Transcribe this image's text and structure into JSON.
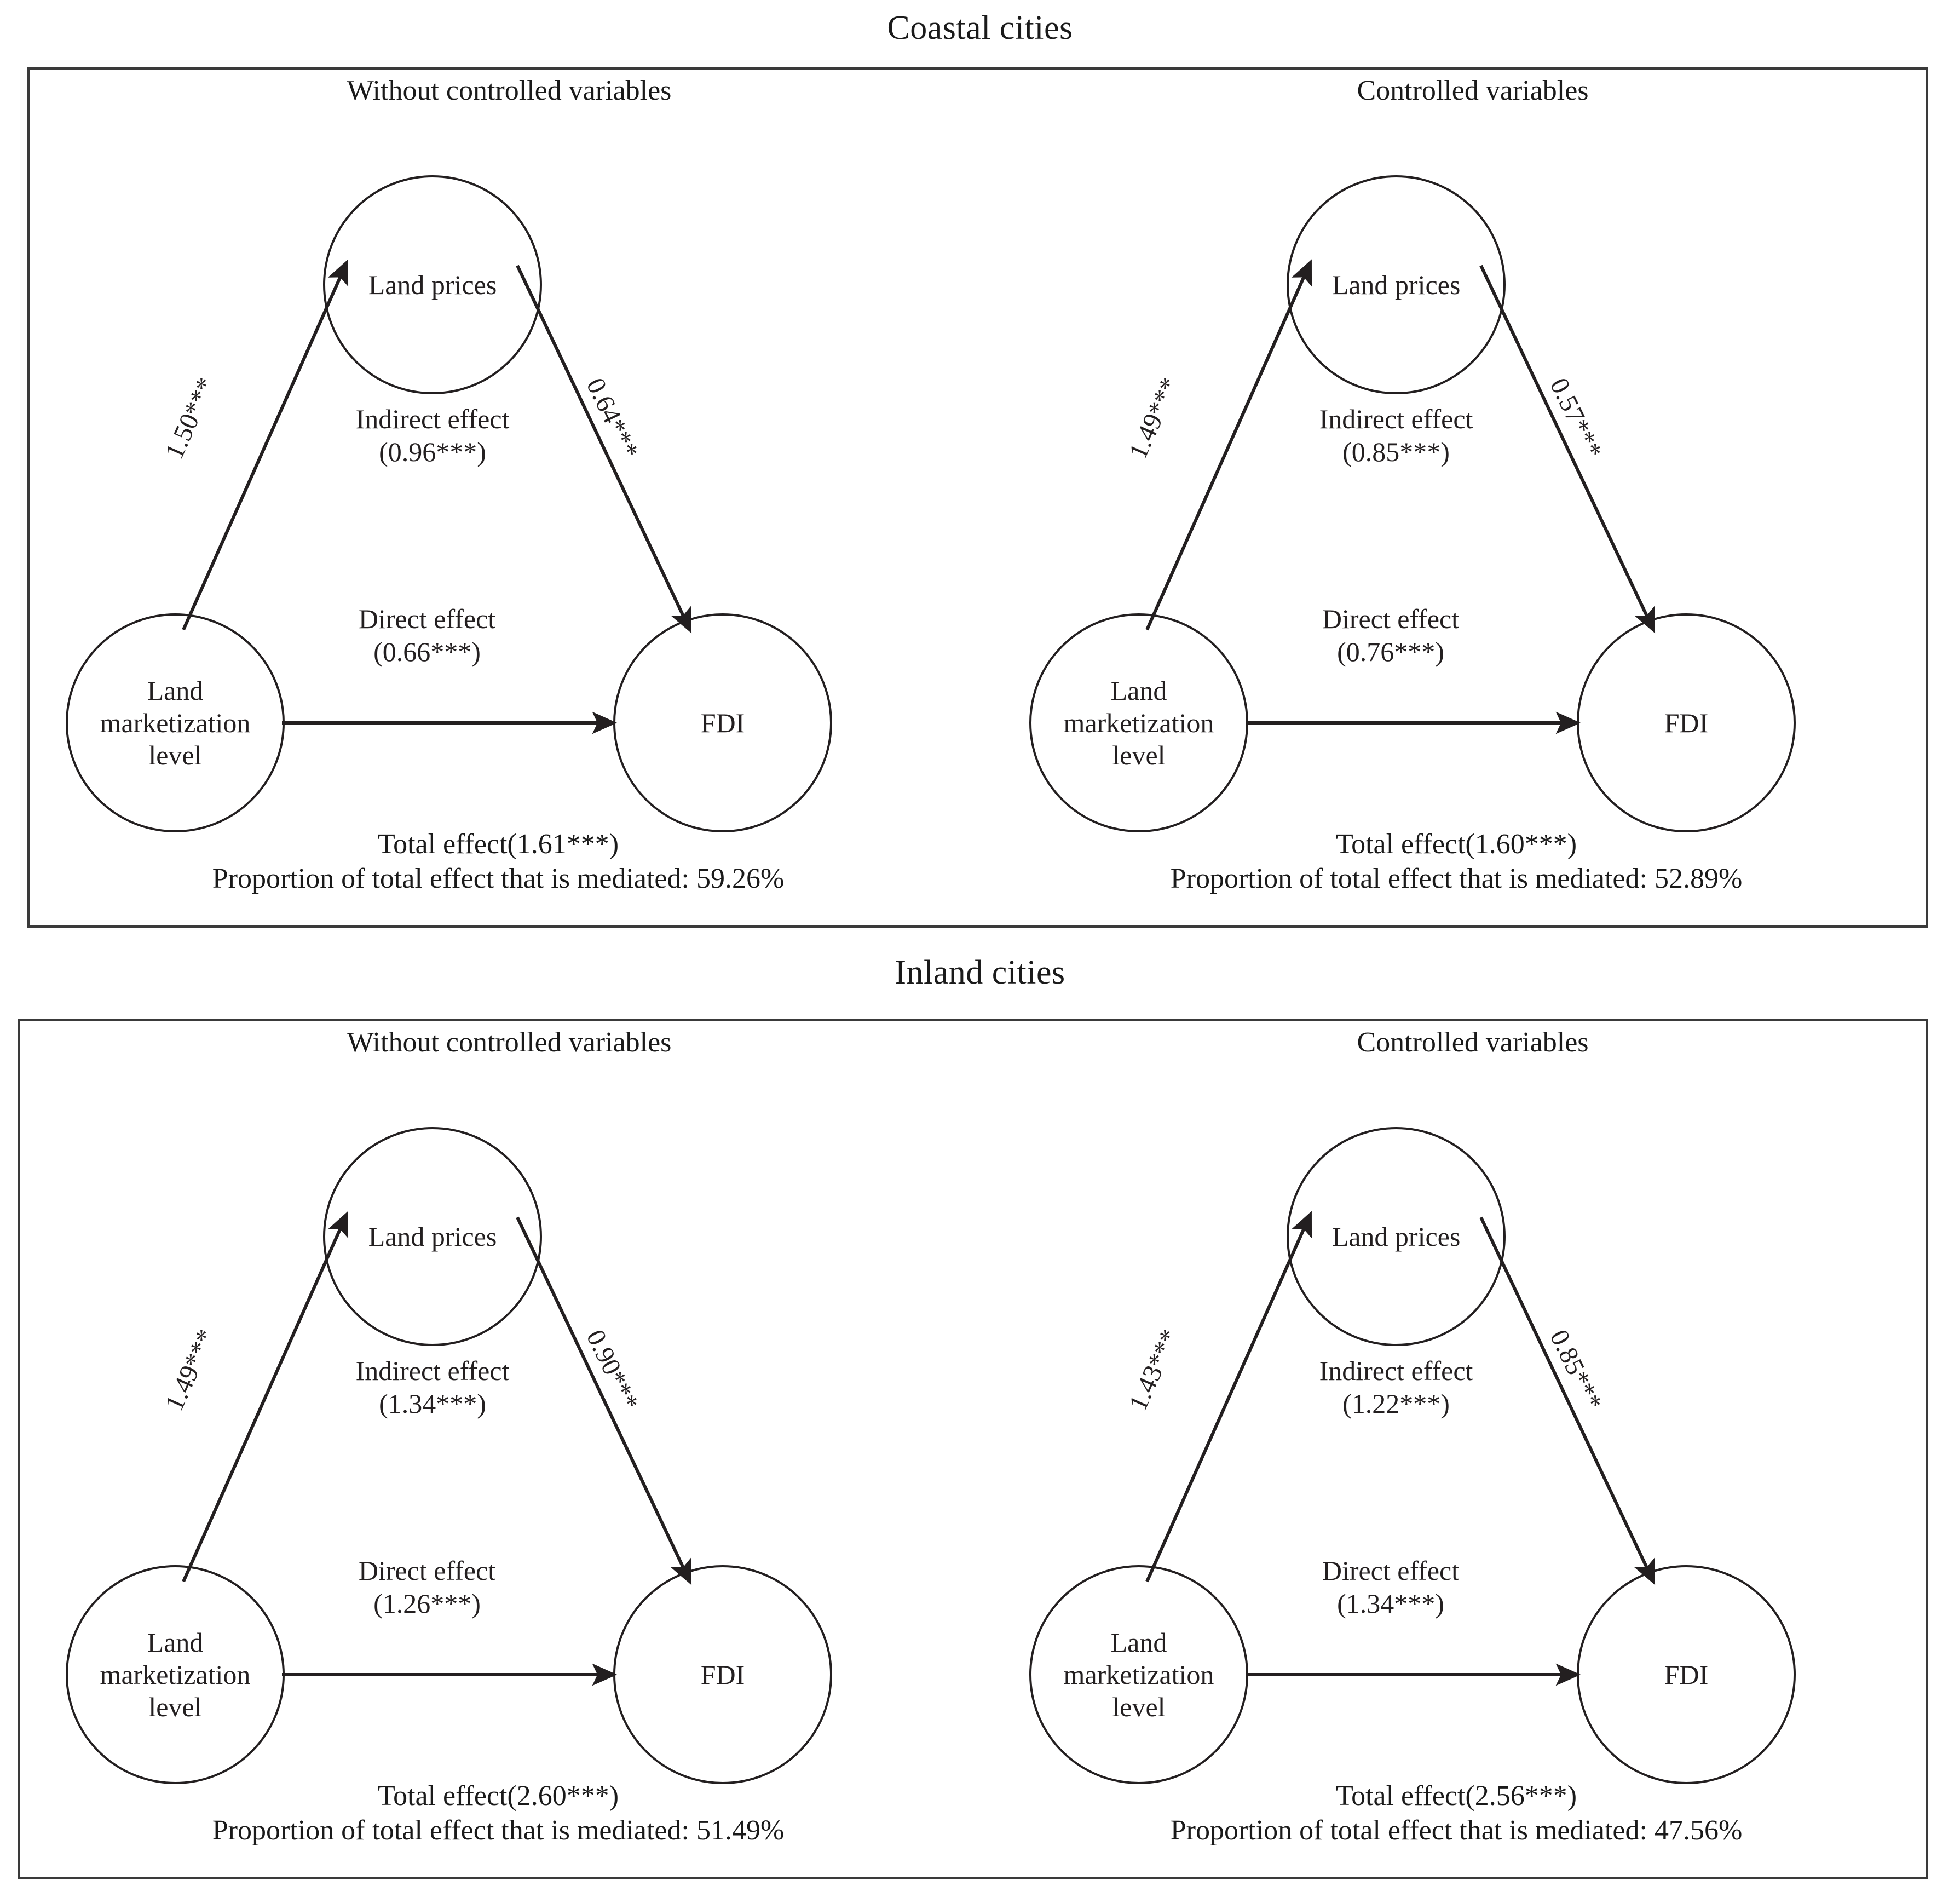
{
  "sections": [
    {
      "id": "coastal",
      "title": "Coastal cities",
      "panels": [
        {
          "id": "coastal-uncontrolled",
          "heading": "Without controlled variables",
          "nodes": {
            "mediator": "Land  prices",
            "predictor": "Land\nmarketization\nlevel",
            "outcome": "FDI"
          },
          "edges": {
            "a_path": "1.50***",
            "b_path": "0.64***"
          },
          "effects": {
            "indirect_label": "Indirect effect",
            "indirect_value": "(0.96***)",
            "direct_label": "Direct effect",
            "direct_value": "(0.66***)"
          },
          "footer": {
            "total": "Total effect(1.61***)",
            "proportion": "Proportion of total effect that is mediated: 59.26%"
          }
        },
        {
          "id": "coastal-controlled",
          "heading": "Controlled variables",
          "nodes": {
            "mediator": "Land  prices",
            "predictor": "Land\nmarketization\nlevel",
            "outcome": "FDI"
          },
          "edges": {
            "a_path": "1.49***",
            "b_path": "0.57***"
          },
          "effects": {
            "indirect_label": "Indirect effect",
            "indirect_value": "(0.85***)",
            "direct_label": "Direct effect",
            "direct_value": "(0.76***)"
          },
          "footer": {
            "total": "Total effect(1.60***)",
            "proportion": "Proportion of total effect that is mediated: 52.89%"
          }
        }
      ]
    },
    {
      "id": "inland",
      "title": "Inland cities",
      "panels": [
        {
          "id": "inland-uncontrolled",
          "heading": "Without controlled variables",
          "nodes": {
            "mediator": "Land  prices",
            "predictor": "Land\nmarketization\nlevel",
            "outcome": "FDI"
          },
          "edges": {
            "a_path": "1.49***",
            "b_path": "0.90***"
          },
          "effects": {
            "indirect_label": "Indirect effect",
            "indirect_value": "(1.34***)",
            "direct_label": "Direct effect",
            "direct_value": "(1.26***)"
          },
          "footer": {
            "total": "Total effect(2.60***)",
            "proportion": "Proportion of total effect that is mediated: 51.49%"
          }
        },
        {
          "id": "inland-controlled",
          "heading": "Controlled variables",
          "nodes": {
            "mediator": "Land  prices",
            "predictor": "Land\nmarketization\nlevel",
            "outcome": "FDI"
          },
          "edges": {
            "a_path": "1.43***",
            "b_path": "0.85***"
          },
          "effects": {
            "indirect_label": "Indirect effect",
            "indirect_value": "(1.22***)",
            "direct_label": "Direct effect",
            "direct_value": "(1.34***)"
          },
          "footer": {
            "total": "Total effect(2.56***)",
            "proportion": "Proportion of total effect that is mediated: 47.56%"
          }
        }
      ]
    }
  ],
  "colors": {
    "stroke": "#231f20",
    "border": "#3a3a3a",
    "text": "#1a1a1a",
    "background": "#ffffff"
  }
}
